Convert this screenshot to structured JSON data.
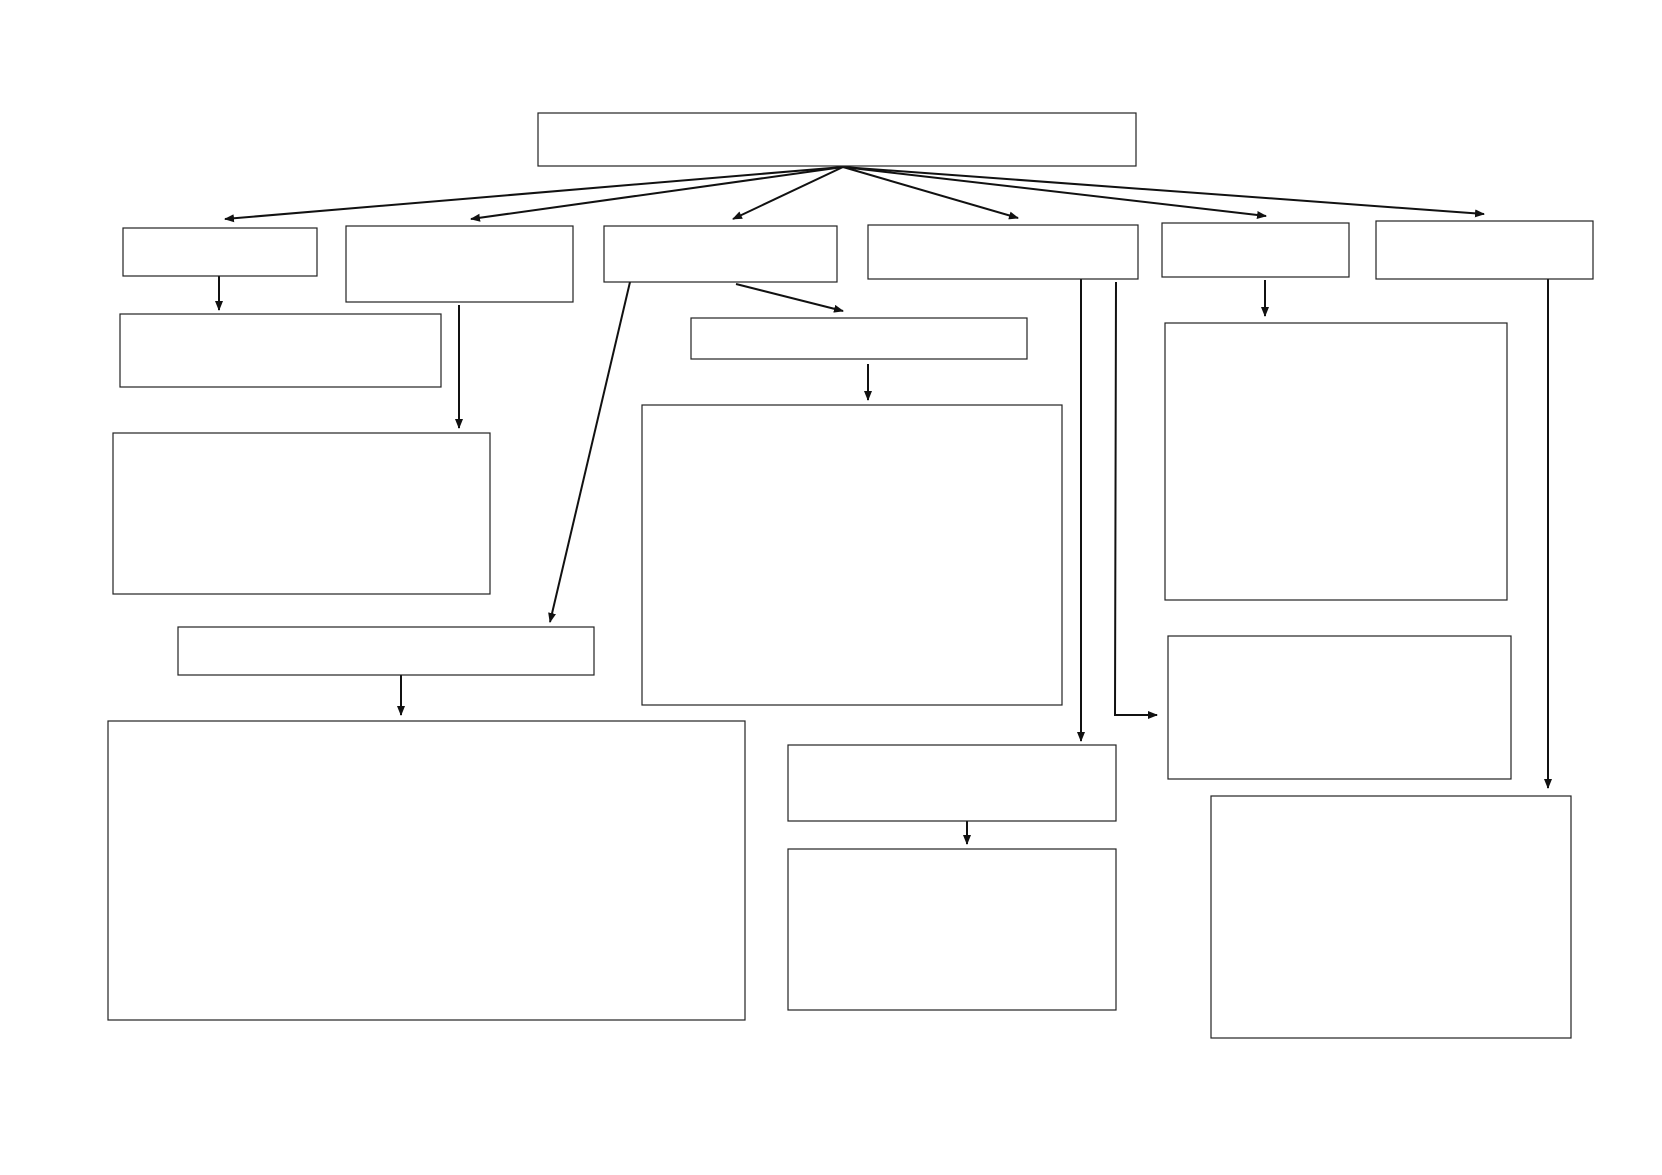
{
  "diagram": {
    "type": "blank-tree-flowchart",
    "colors": {
      "stroke": "#222222",
      "arrow": "#111111",
      "background": "#ffffff"
    },
    "nodes": [
      {
        "id": "root",
        "text": ""
      },
      {
        "id": "branch-1",
        "text": ""
      },
      {
        "id": "branch-2",
        "text": ""
      },
      {
        "id": "branch-3",
        "text": ""
      },
      {
        "id": "branch-4",
        "text": ""
      },
      {
        "id": "branch-5",
        "text": ""
      },
      {
        "id": "branch-6",
        "text": ""
      },
      {
        "id": "branch-1-child",
        "text": ""
      },
      {
        "id": "branch-2-child",
        "text": ""
      },
      {
        "id": "branch-3-sub",
        "text": ""
      },
      {
        "id": "branch-3-sub-child",
        "text": ""
      },
      {
        "id": "branch-3-left",
        "text": ""
      },
      {
        "id": "branch-3-left-child",
        "text": ""
      },
      {
        "id": "branch-4-child",
        "text": ""
      },
      {
        "id": "branch-4-child-child",
        "text": ""
      },
      {
        "id": "branch-5-child",
        "text": ""
      },
      {
        "id": "branch-4-side",
        "text": ""
      },
      {
        "id": "branch-6-child",
        "text": ""
      }
    ],
    "edges": [
      {
        "from": "root",
        "to": "branch-1"
      },
      {
        "from": "root",
        "to": "branch-2"
      },
      {
        "from": "root",
        "to": "branch-3"
      },
      {
        "from": "root",
        "to": "branch-4"
      },
      {
        "from": "root",
        "to": "branch-5"
      },
      {
        "from": "root",
        "to": "branch-6"
      },
      {
        "from": "branch-1",
        "to": "branch-1-child"
      },
      {
        "from": "branch-2",
        "to": "branch-2-child"
      },
      {
        "from": "branch-3",
        "to": "branch-3-left"
      },
      {
        "from": "branch-3",
        "to": "branch-3-sub"
      },
      {
        "from": "branch-3-sub",
        "to": "branch-3-sub-child"
      },
      {
        "from": "branch-3-left",
        "to": "branch-3-left-child"
      },
      {
        "from": "branch-4",
        "to": "branch-4-child"
      },
      {
        "from": "branch-4",
        "to": "branch-4-side"
      },
      {
        "from": "branch-4-child",
        "to": "branch-4-child-child"
      },
      {
        "from": "branch-5",
        "to": "branch-5-child"
      },
      {
        "from": "branch-6",
        "to": "branch-6-child"
      }
    ]
  }
}
